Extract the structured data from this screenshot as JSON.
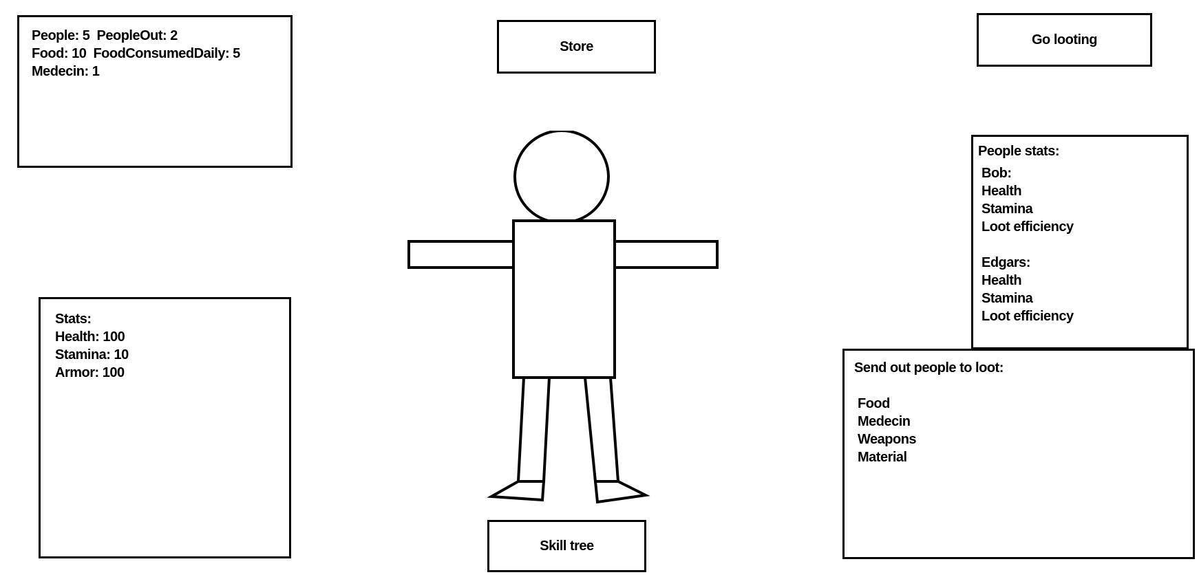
{
  "resources": {
    "line1": "People: 5  PeopleOut: 2",
    "line2": "Food: 10  FoodConsumedDaily: 5",
    "line3": "Medecin: 1"
  },
  "buttons": {
    "store": "Store",
    "go_looting": "Go looting",
    "skill_tree": "Skill tree"
  },
  "player_stats": {
    "title": "Stats:",
    "health": "Health: 100",
    "stamina": "Stamina: 10",
    "armor": "Armor: 100"
  },
  "people_stats": {
    "title": "People stats:",
    "people": [
      {
        "name": "Bob:",
        "health": "Health",
        "stamina": "Stamina",
        "loot": "Loot efficiency"
      },
      {
        "name": "Edgars:",
        "health": "Health",
        "stamina": "Stamina",
        "loot": "Loot efficiency"
      }
    ]
  },
  "send_loot": {
    "title": "Send out people to loot:",
    "options": [
      "Food",
      "Medecin",
      "Weapons",
      "Material"
    ]
  }
}
